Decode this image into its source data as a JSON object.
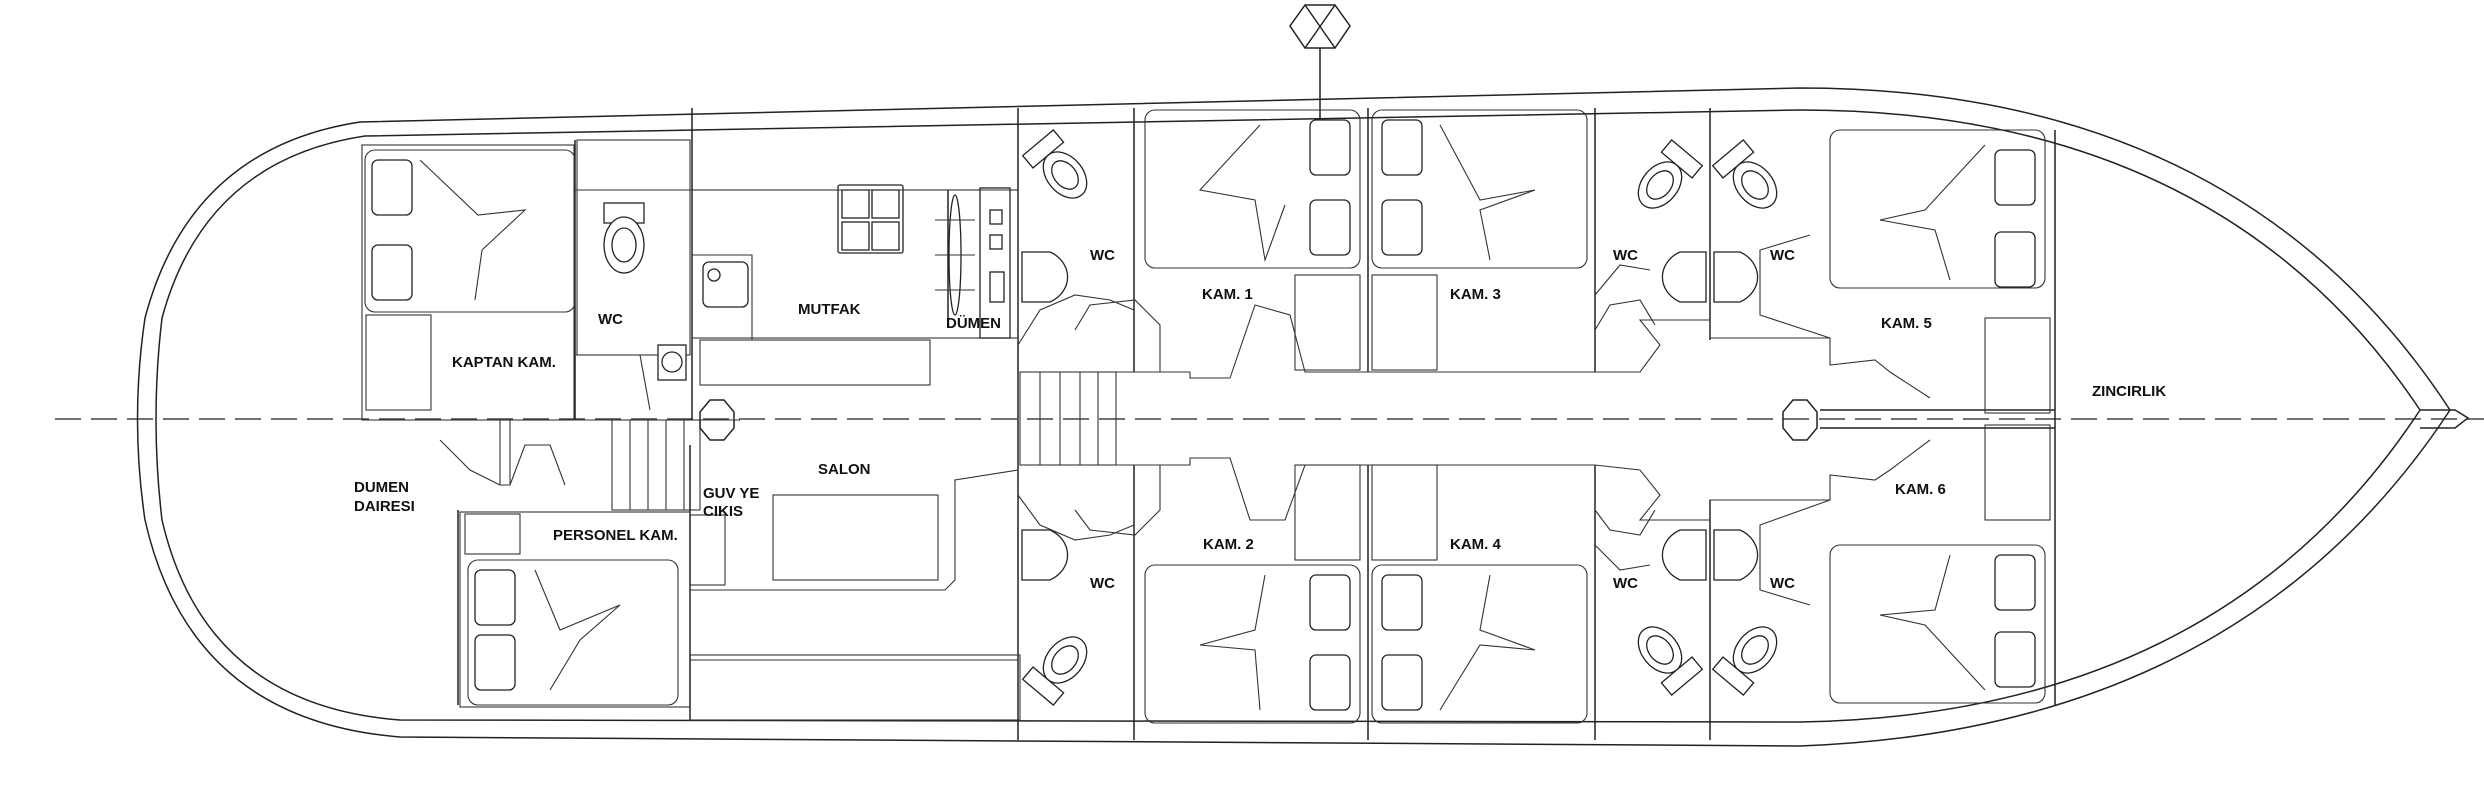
{
  "labels": {
    "kaptan_kam": "KAPTAN KAM.",
    "wc_kaptan": "WC",
    "mutfak": "MUTFAK",
    "dumen": "DÜMEN",
    "salon": "SALON",
    "guv_ye": "GUV YE",
    "cikis": "CIKIS",
    "personel_kam": "PERSONEL KAM.",
    "dumen_1": "DUMEN",
    "dairesi": "DAIRESI",
    "kam1": "KAM. 1",
    "kam2": "KAM. 2",
    "kam3": "KAM. 3",
    "kam4": "KAM. 4",
    "kam5": "KAM. 5",
    "kam6": "KAM. 6",
    "wc_1": "WC",
    "wc_2": "WC",
    "wc_3": "WC",
    "wc_4": "WC",
    "wc_5": "WC",
    "wc_6": "WC",
    "zincirlik": "ZINCIRLIK"
  },
  "colors": {
    "line": "#222222",
    "background": "#ffffff"
  }
}
